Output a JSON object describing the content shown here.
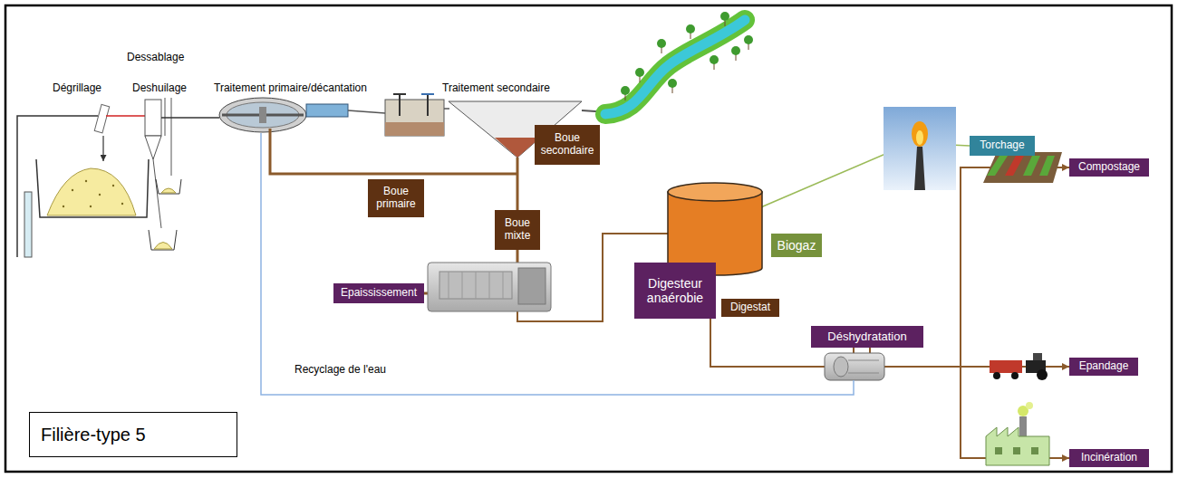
{
  "diagram": {
    "nodes": [
      {
        "text": [
          "Boue secondaire"
        ]
      },
      {
        "text": [
          "Boue primaire"
        ]
      },
      {
        "text": [
          "Boue mixte"
        ]
      },
      {
        "text": [
          "Epaississement"
        ]
      },
      {
        "text": [
          "Digesteur anaérobie"
        ]
      },
      {
        "text": [
          "Biogaz"
        ]
      },
      {
        "text": [
          "Torchage"
        ]
      },
      {
        "text": [
          "Digestat"
        ]
      },
      {
        "text": [
          "Déshydratation"
        ]
      },
      {
        "text": [
          "Compostage"
        ]
      },
      {
        "text": [
          "Epandage"
        ]
      },
      {
        "text": [
          "Incinération"
        ]
      },
      {
        "text": [
          "Filière-type 5"
        ]
      }
    ],
    "edges": [
      {
        "from": 2,
        "to": 3,
        "arrow": "none"
      },
      {
        "from": 3,
        "to": 4,
        "arrow": "none"
      },
      {
        "from": 4,
        "to": 8,
        "arrow": "none"
      },
      {
        "from": 4,
        "to": 6,
        "arrow": "none"
      },
      {
        "from": 8,
        "to": 9,
        "arrow": "to"
      },
      {
        "from": 8,
        "to": 10,
        "arrow": "to"
      },
      {
        "from": 8,
        "to": 11,
        "arrow": "to"
      }
    ],
    "labels": [
      "Dessablage",
      "Dégrillage",
      "Deshuilage",
      "Traitement primaire/décantation",
      "Traitement secondaire",
      "Recyclage de l'eau"
    ]
  }
}
